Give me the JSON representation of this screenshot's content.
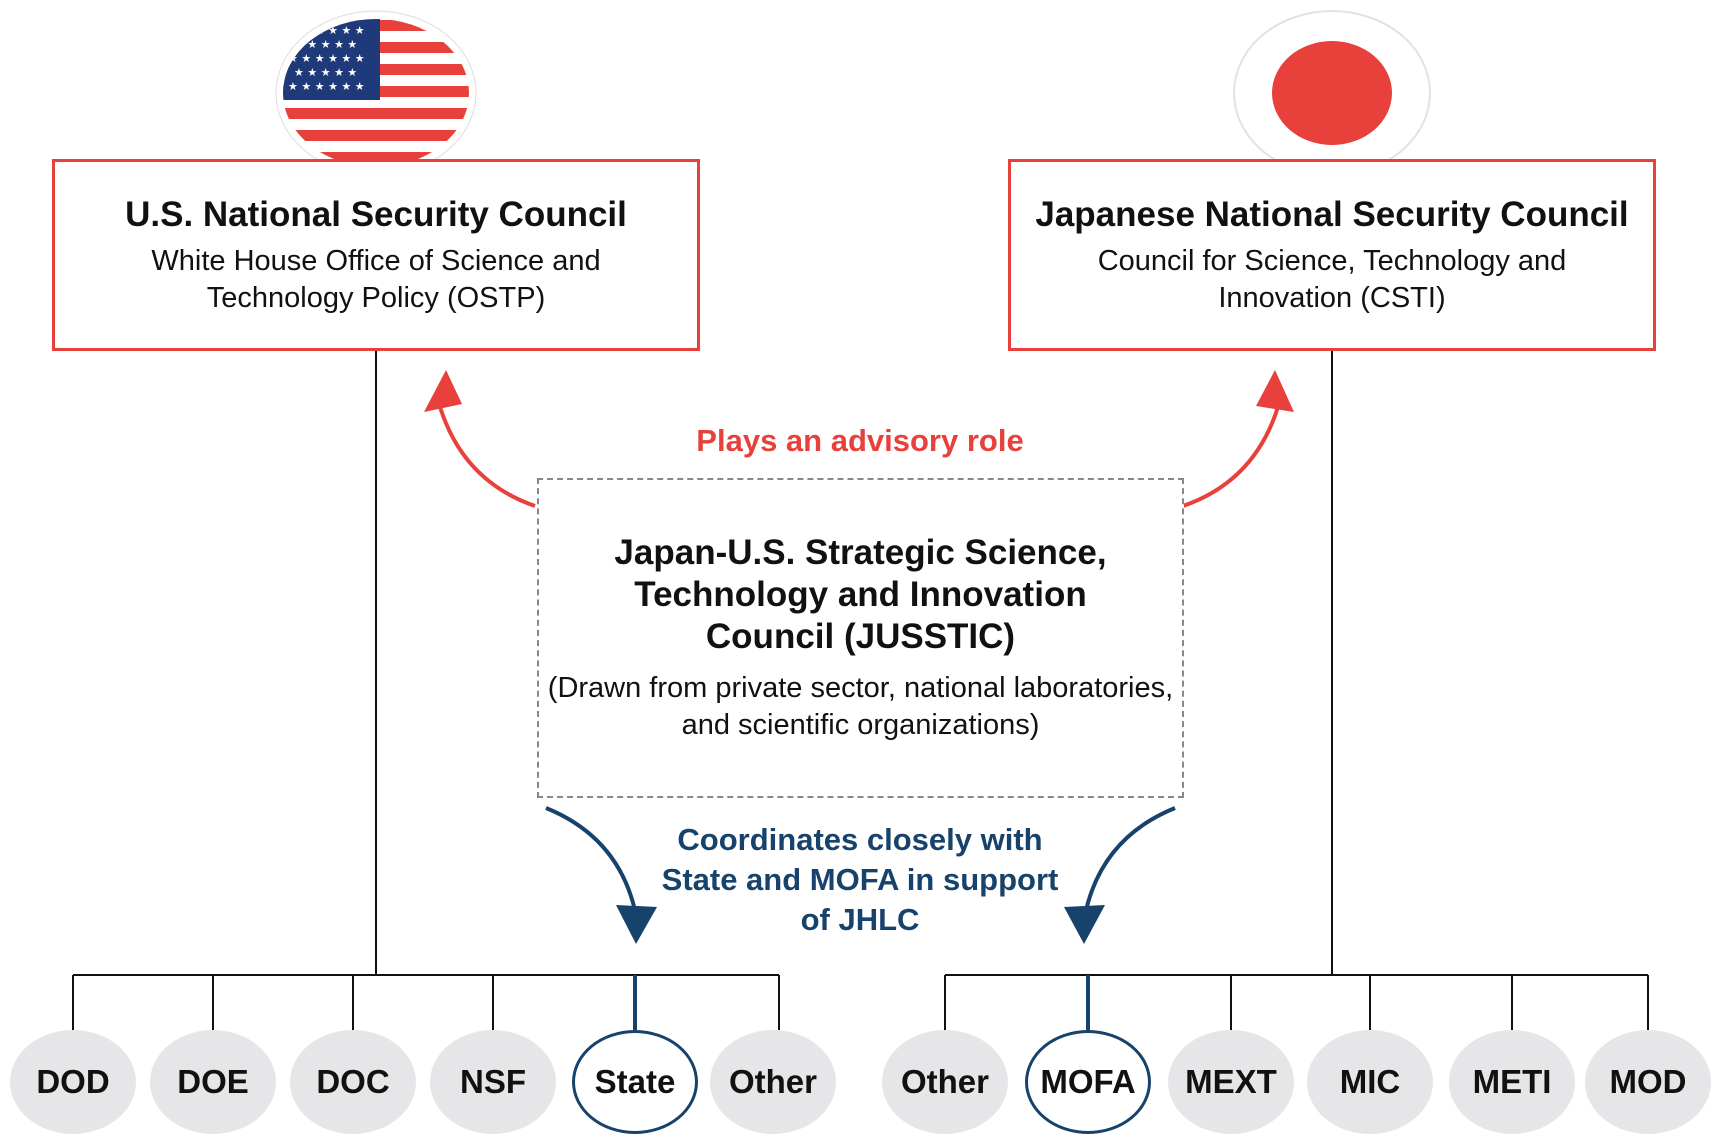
{
  "us": {
    "title": "U.S. National Security Council",
    "subtitle": "White House Office of Science and Technology Policy (OSTP)",
    "flag": "us-flag-icon"
  },
  "jp": {
    "title": "Japanese National Security Council",
    "subtitle": "Council for Science, Technology and Innovation (CSTI)",
    "flag": "japan-flag-icon"
  },
  "center": {
    "title": "Japan-U.S. Strategic Science, Technology and Innovation Council (JUSSTIC)",
    "subtitle": "(Drawn from private sector, national laboratories, and scientific organizations)"
  },
  "advisory_label": "Plays an advisory role",
  "coordinates_label": "Coordinates closely with State and MOFA in support of JHLC",
  "us_agencies": [
    "DOD",
    "DOE",
    "DOC",
    "NSF",
    "State",
    "Other"
  ],
  "jp_agencies": [
    "Other",
    "MOFA",
    "MEXT",
    "MIC",
    "METI",
    "MOD"
  ],
  "highlighted_agencies": [
    "State",
    "MOFA"
  ],
  "colors": {
    "red": "#e8403a",
    "navy": "#17426b",
    "gray_circle": "#e6e6e8",
    "dashed_border": "#888888"
  }
}
